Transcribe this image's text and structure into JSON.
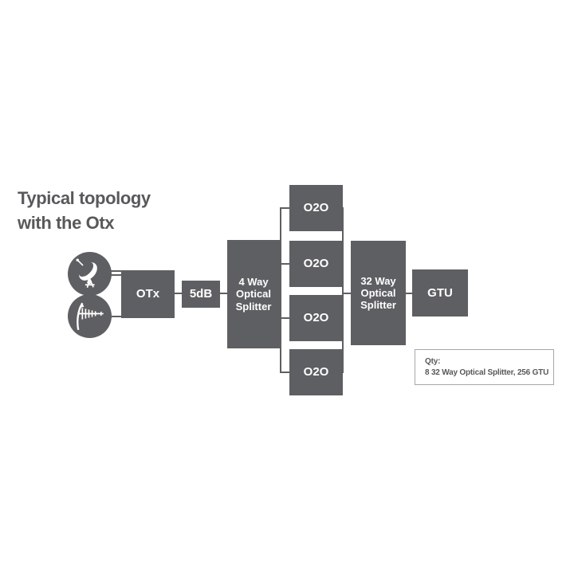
{
  "title": {
    "line1": "Typical topology",
    "line2": "with the Otx"
  },
  "colors": {
    "box": "#5e5f62",
    "line": "#5e5f62",
    "text": "#58595b",
    "qty_border": "#a6a8ab",
    "background": "#ffffff",
    "box_label": "#ffffff"
  },
  "sources": {
    "satellite_icon": "satellite-dish-icon",
    "antenna_icon": "antenna-icon"
  },
  "nodes": {
    "otx": "OTx",
    "attenuator": "5dB",
    "splitter4": "4 Way Optical Splitter",
    "o2o": [
      "O2O",
      "O2O",
      "O2O",
      "O2O"
    ],
    "splitter32": "32 Way Optical Splitter",
    "gtu": "GTU"
  },
  "qty_note": {
    "label": "Qty:",
    "value": "8 32 Way Optical Splitter, 256 GTU"
  }
}
